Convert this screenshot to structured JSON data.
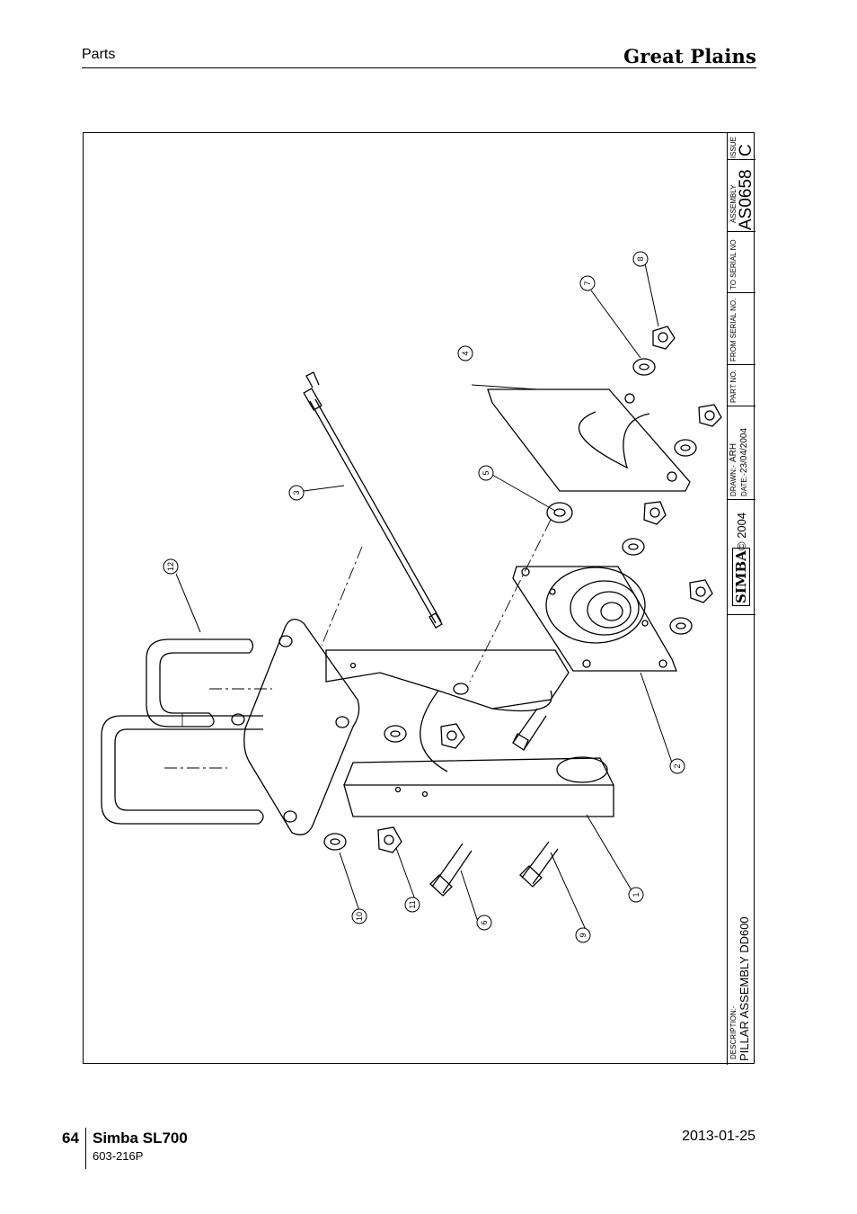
{
  "header": {
    "section": "Parts",
    "brand": "Great Plains"
  },
  "title_block": {
    "issue_label": "ISSUE",
    "issue_value": "C",
    "assembly_label": "ASSEMBLY",
    "assembly_value": "AS0658",
    "to_serial_label": "TO SERIAL NO",
    "from_serial_label": "FROM SERIAL NO.",
    "part_no_label": "PART NO.",
    "drawn_label": "DRAWN:-",
    "drawn_value": "ARH",
    "date_label": "DATE:-",
    "date_value": "23/04/2004",
    "copyright": "© 2004",
    "logo_text": "SIMBA",
    "description_label": "DESCRIPTION:-",
    "description_value": "PILLAR ASSEMBLY DD600"
  },
  "callouts": [
    "1",
    "2",
    "3",
    "4",
    "5",
    "6",
    "7",
    "8",
    "9",
    "10",
    "11",
    "12"
  ],
  "footer": {
    "page_number": "64",
    "model": "Simba SL700",
    "part_number": "603-216P",
    "date": "2013-01-25"
  }
}
